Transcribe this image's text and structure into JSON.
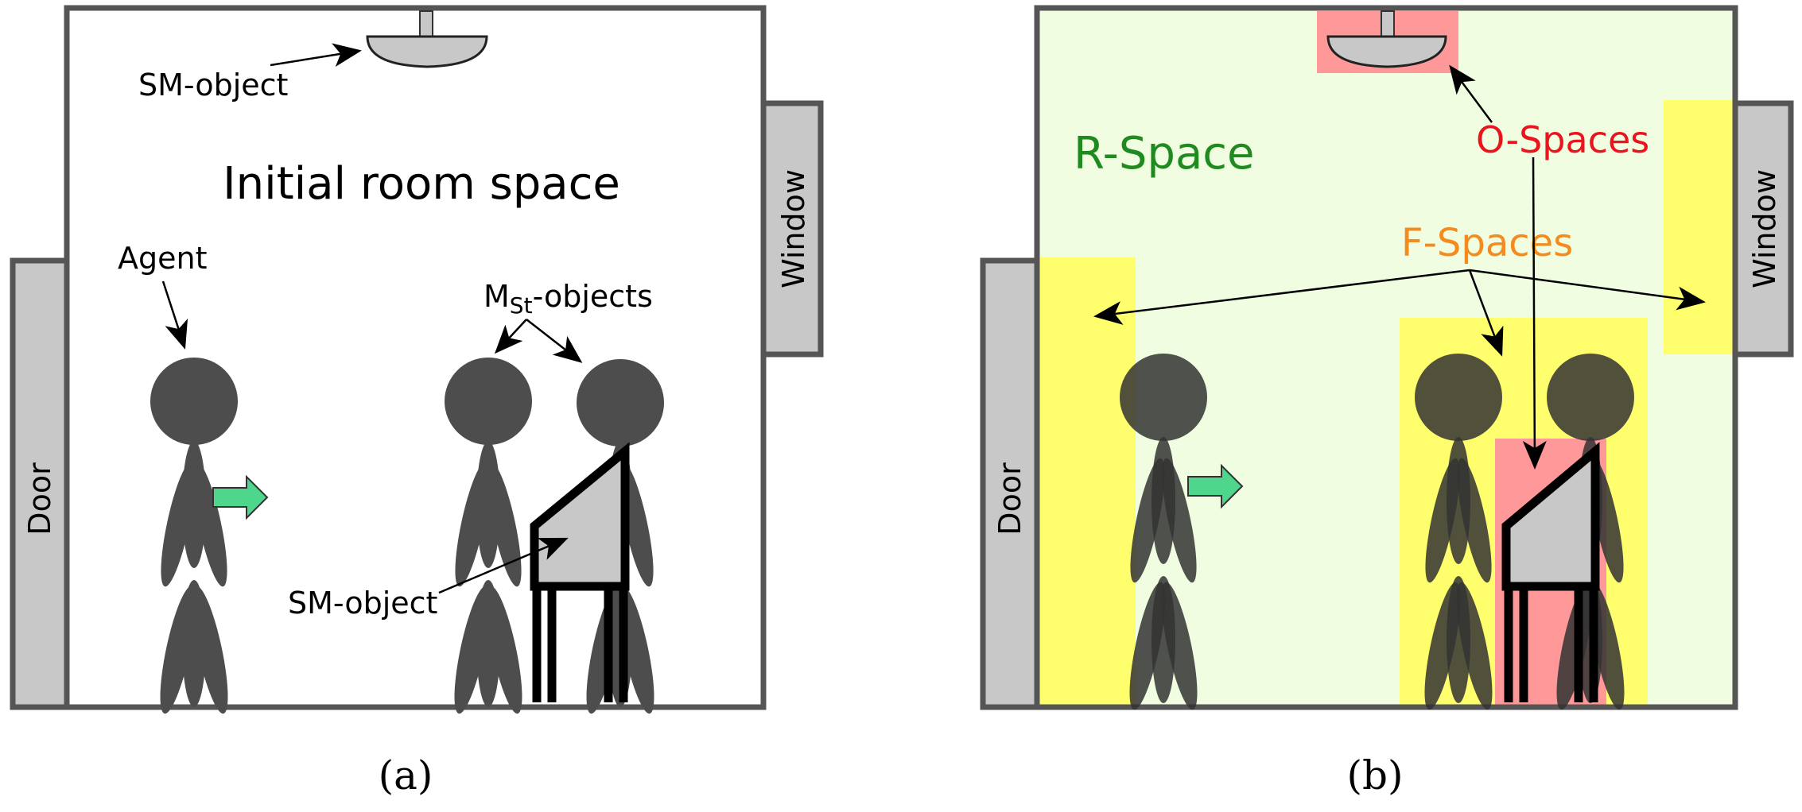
{
  "panel_a": {
    "title": "Initial room space",
    "door_label": "Door",
    "window_label": "Window",
    "sm_object_top_label": "SM-object",
    "agent_label": "Agent",
    "mst_prefix": "M",
    "mst_subscript": "St",
    "mst_suffix": "-objects",
    "sm_object_chair_label": "SM-object",
    "caption": "(a)"
  },
  "panel_b": {
    "door_label": "Door",
    "window_label": "Window",
    "r_space_label": "R-Space",
    "o_spaces_label": "O-Spaces",
    "f_spaces_label": "F-Spaces",
    "caption": "(b)"
  },
  "colors": {
    "outline": "#555555",
    "figure": "#4d4d4d",
    "object_fill": "#c8c8c8",
    "arrow_green": "#4fd68d",
    "r_space": "#f0fde0",
    "f_space": "#ffff6e",
    "o_space": "#ff9999",
    "r_space_text": "#1f8a1f",
    "o_spaces_text": "#e8141e",
    "f_spaces_text": "#f58a1e"
  }
}
